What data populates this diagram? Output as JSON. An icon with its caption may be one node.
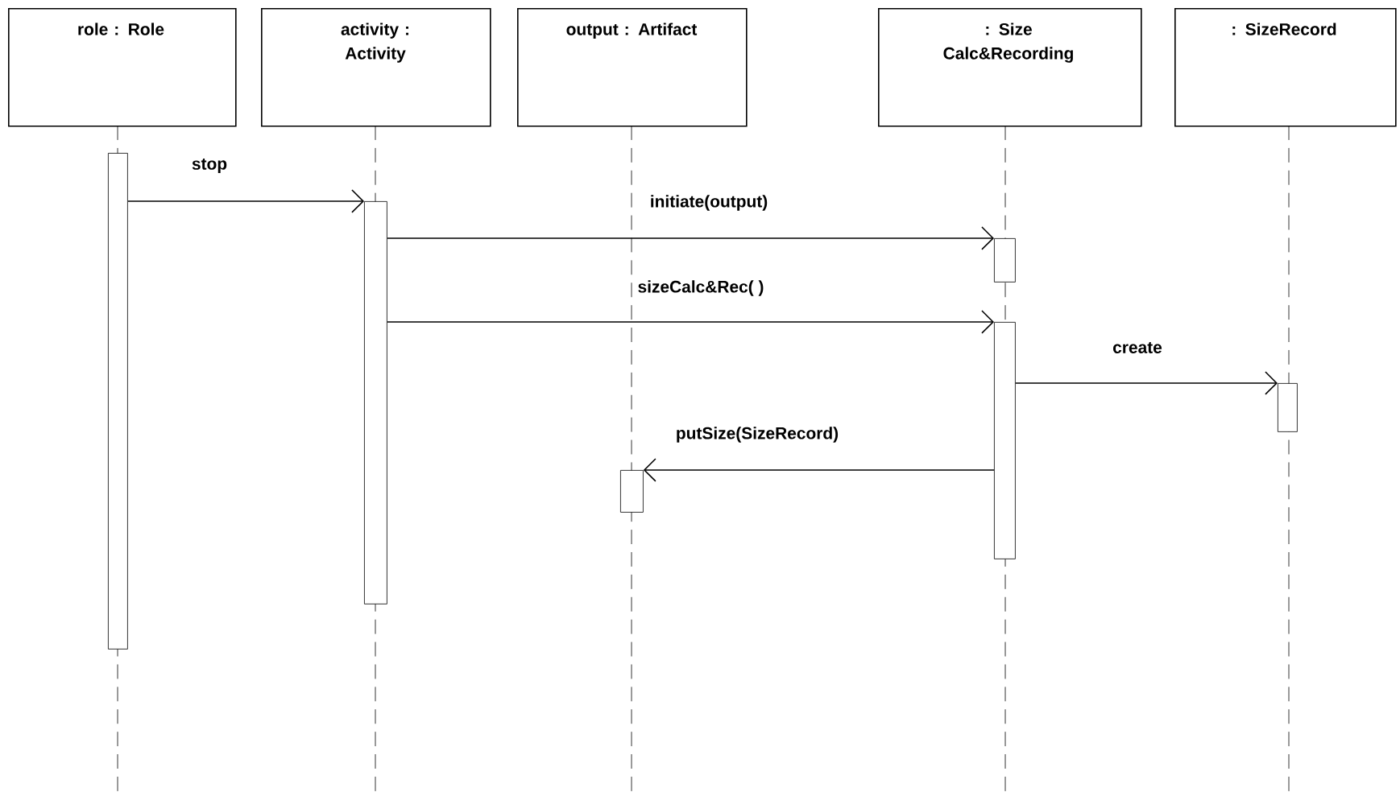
{
  "diagram": {
    "nodes": [
      {
        "text": [
          "role : Role"
        ]
      },
      {
        "text": [
          "activity : Activity"
        ]
      },
      {
        "text": [
          "output : Artifact"
        ]
      },
      {
        "text": [
          ": Size Calc&Recording"
        ]
      },
      {
        "text": [
          ": SizeRecord"
        ]
      },
      {
        "text": [],
        "shape": "bar"
      },
      {
        "text": [],
        "shape": "bar"
      },
      {
        "text": [],
        "shape": "bar"
      },
      {
        "text": [],
        "shape": "bar"
      },
      {
        "text": [],
        "shape": "bar"
      },
      {
        "text": [],
        "shape": "bar"
      }
    ],
    "edges": [
      {
        "from": 5,
        "to": 6,
        "arrow": "to",
        "label": "stop"
      },
      {
        "from": 6,
        "to": 7,
        "arrow": "to",
        "label": "initiate(output)"
      },
      {
        "from": 6,
        "to": 8,
        "arrow": "to",
        "label": "sizeCalc&Rec( )"
      },
      {
        "from": 8,
        "to": 9,
        "arrow": "to",
        "label": "create"
      },
      {
        "from": 8,
        "to": 10,
        "arrow": "to",
        "label": "putSize(SizeRecord)"
      }
    ]
  }
}
